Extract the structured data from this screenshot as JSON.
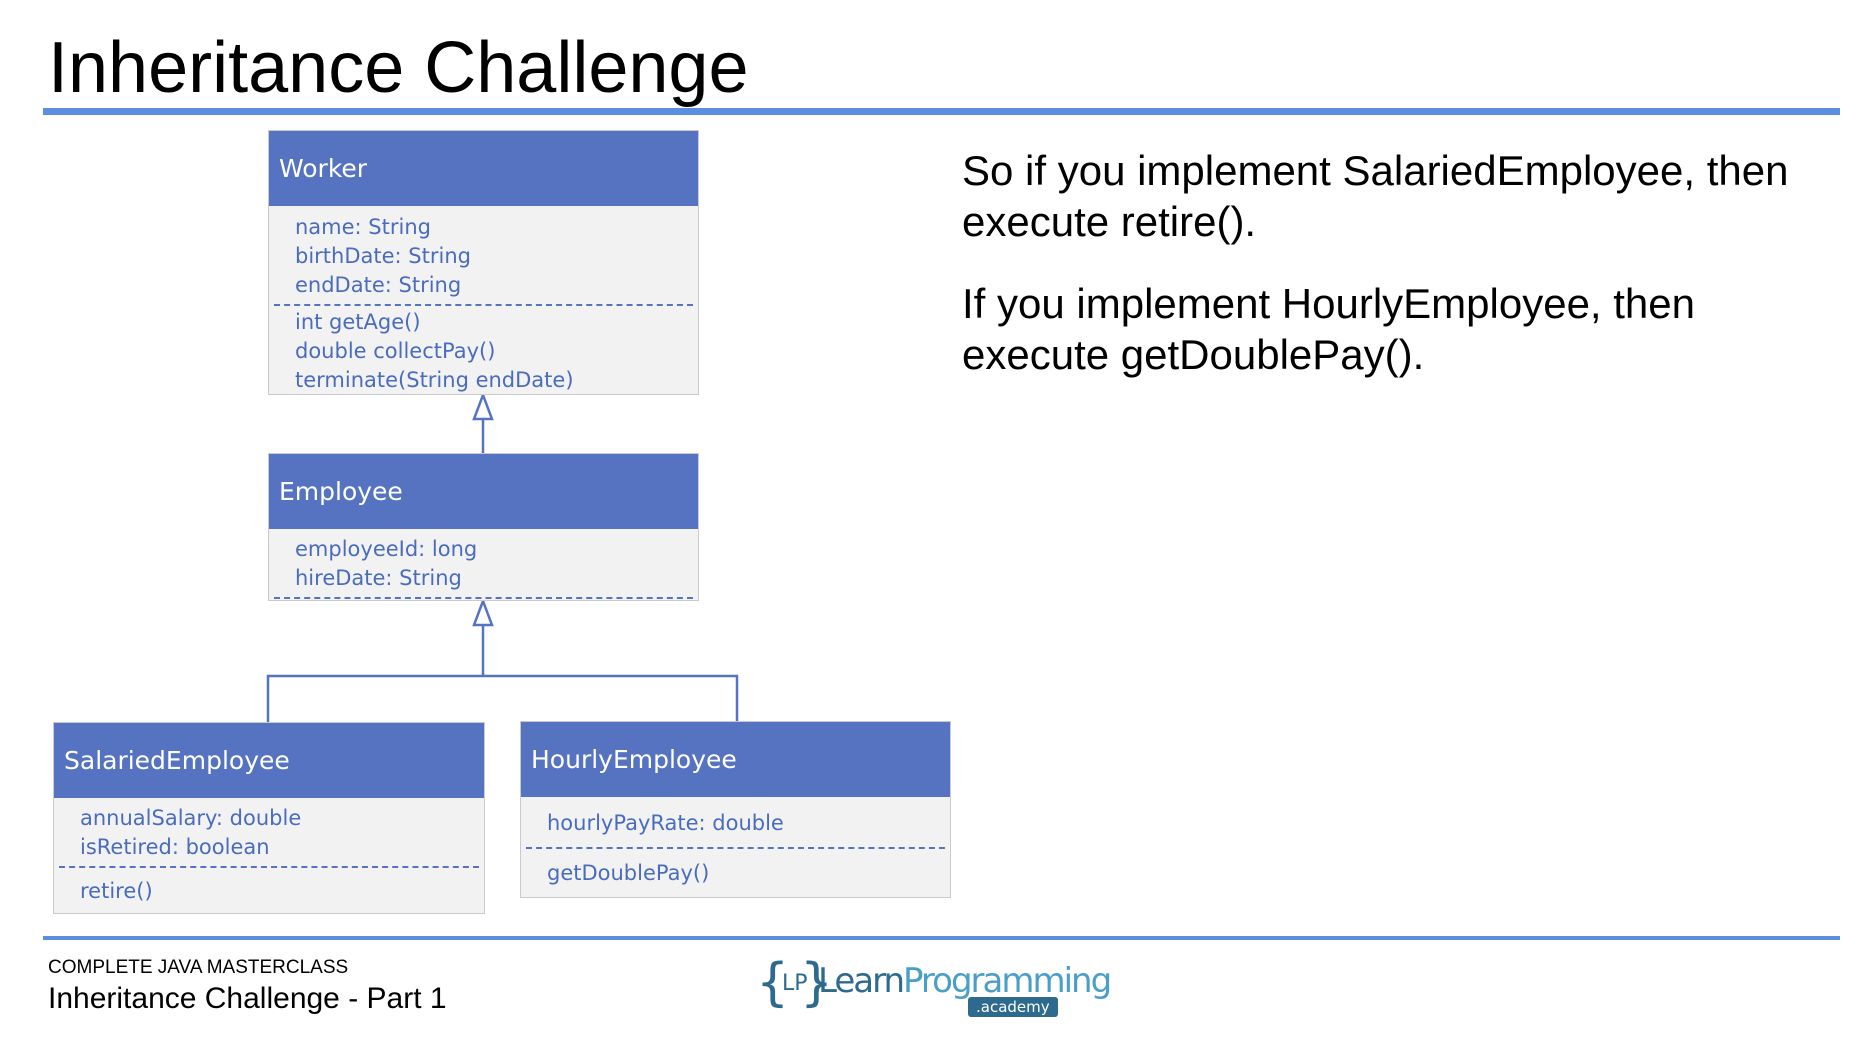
{
  "slide": {
    "title": "Inheritance Challenge"
  },
  "colors": {
    "accent_rule": "#5b8fdd",
    "class_header": "#5573c0",
    "class_body": "#f2f2f3",
    "member_text": "#4a6cbd"
  },
  "diagram": {
    "classes": {
      "worker": {
        "name": "Worker",
        "attributes": [
          "name: String",
          "birthDate: String",
          "endDate: String"
        ],
        "methods": [
          "int getAge()",
          "double collectPay()",
          "terminate(String endDate)"
        ]
      },
      "employee": {
        "name": "Employee",
        "attributes": [
          "employeeId: long",
          "hireDate: String"
        ],
        "methods": []
      },
      "salaried": {
        "name": "SalariedEmployee",
        "attributes": [
          "annualSalary: double",
          "isRetired: boolean"
        ],
        "methods": [
          "retire()"
        ]
      },
      "hourly": {
        "name": "HourlyEmployee",
        "attributes": [
          "hourlyPayRate: double"
        ],
        "methods": [
          "getDoublePay()"
        ]
      }
    },
    "relationships": [
      {
        "type": "inheritance",
        "child": "Employee",
        "parent": "Worker"
      },
      {
        "type": "inheritance",
        "child": "SalariedEmployee",
        "parent": "Employee"
      },
      {
        "type": "inheritance",
        "child": "HourlyEmployee",
        "parent": "Employee"
      }
    ]
  },
  "notes": [
    "So if you implement SalariedEmployee, then execute retire().",
    "If you implement HourlyEmployee, then execute getDoublePay()."
  ],
  "footer": {
    "course": "COMPLETE JAVA MASTERCLASS",
    "lecture": "Inheritance Challenge - Part 1"
  },
  "logo": {
    "open_brace": "{",
    "initials": "LP",
    "close_brace": "}",
    "word_part1": "Learn",
    "word_part2": "Programming",
    "tagline": ".academy"
  }
}
